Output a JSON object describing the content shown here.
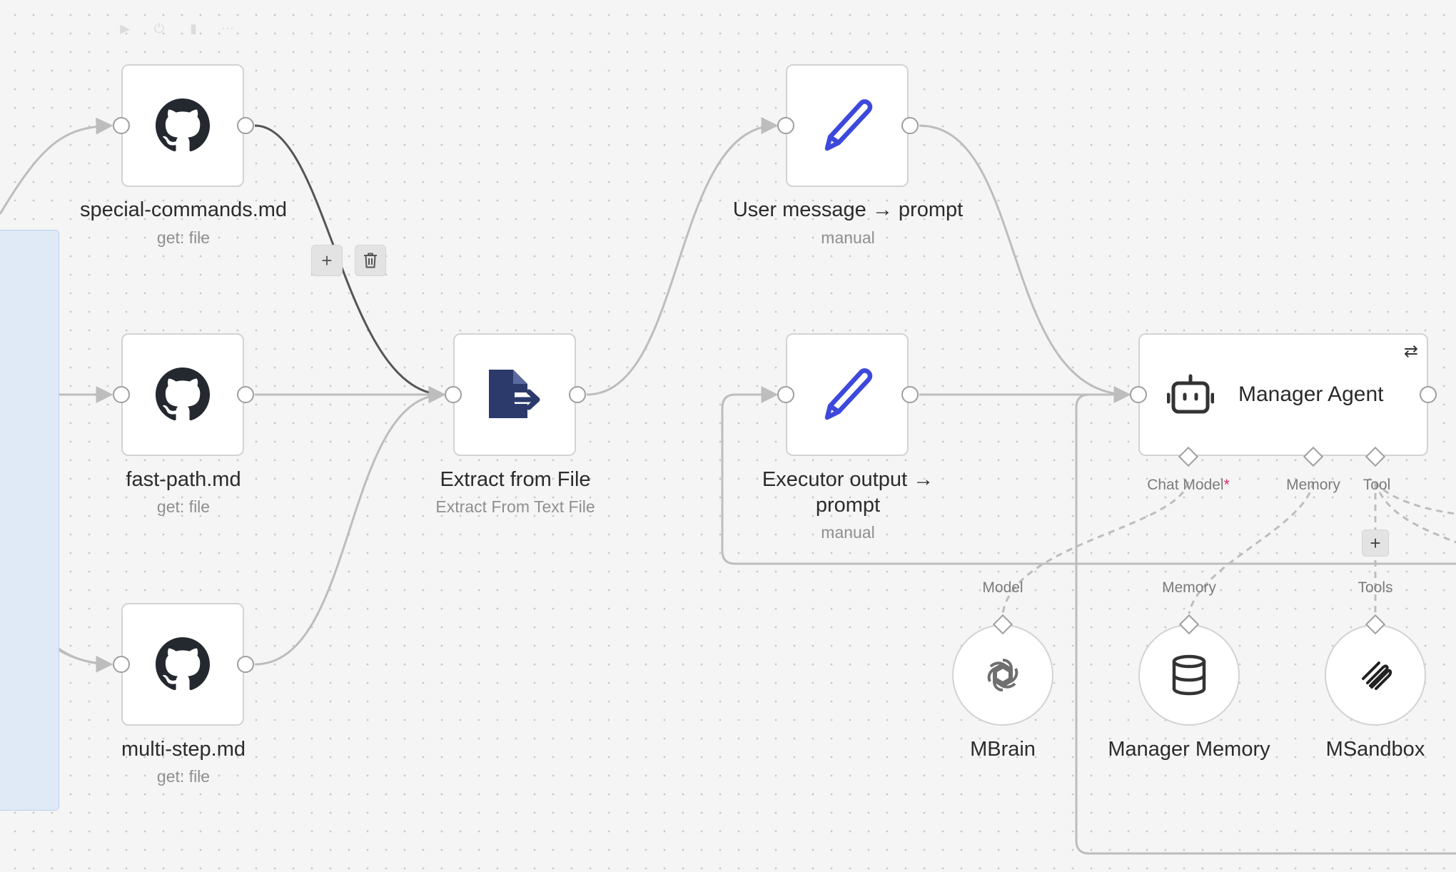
{
  "nodes": {
    "special_commands": {
      "title": "special-commands.md",
      "subtitle": "get: file",
      "icon": "github-icon"
    },
    "fast_path": {
      "title": "fast-path.md",
      "subtitle": "get: file",
      "icon": "github-icon"
    },
    "multi_step": {
      "title": "multi-step.md",
      "subtitle": "get: file",
      "icon": "github-icon"
    },
    "extract": {
      "title": "Extract from File",
      "subtitle": "Extract From Text File",
      "icon": "file-export-icon"
    },
    "user_message": {
      "title": "User message → prompt",
      "subtitle": "manual",
      "icon": "pencil-icon"
    },
    "executor_output": {
      "title_line1": "Executor output →",
      "title_line2": "prompt",
      "subtitle": "manual",
      "icon": "pencil-icon"
    },
    "manager_agent": {
      "title": "Manager Agent",
      "icon": "robot-icon"
    },
    "mbrain": {
      "title": "MBrain",
      "icon": "openai-icon"
    },
    "manager_memory": {
      "title": "Manager Memory",
      "icon": "database-icon"
    },
    "msandbox": {
      "title": "MSandbox",
      "icon": "sandbox-icon"
    }
  },
  "ports": {
    "chat_model": "Chat Model",
    "chat_model_required": "*",
    "memory": "Memory",
    "tool": "Tool",
    "model": "Model",
    "memory_in": "Memory",
    "tools": "Tools"
  },
  "edge_actions": {
    "add": "+",
    "delete": "trash-icon"
  },
  "colors": {
    "pencil": "#3d48dc",
    "file_icon": "#2b3a6b",
    "edge": "#bdbdbd",
    "edge_active": "#555555",
    "sticky": "#dfeaf6"
  }
}
